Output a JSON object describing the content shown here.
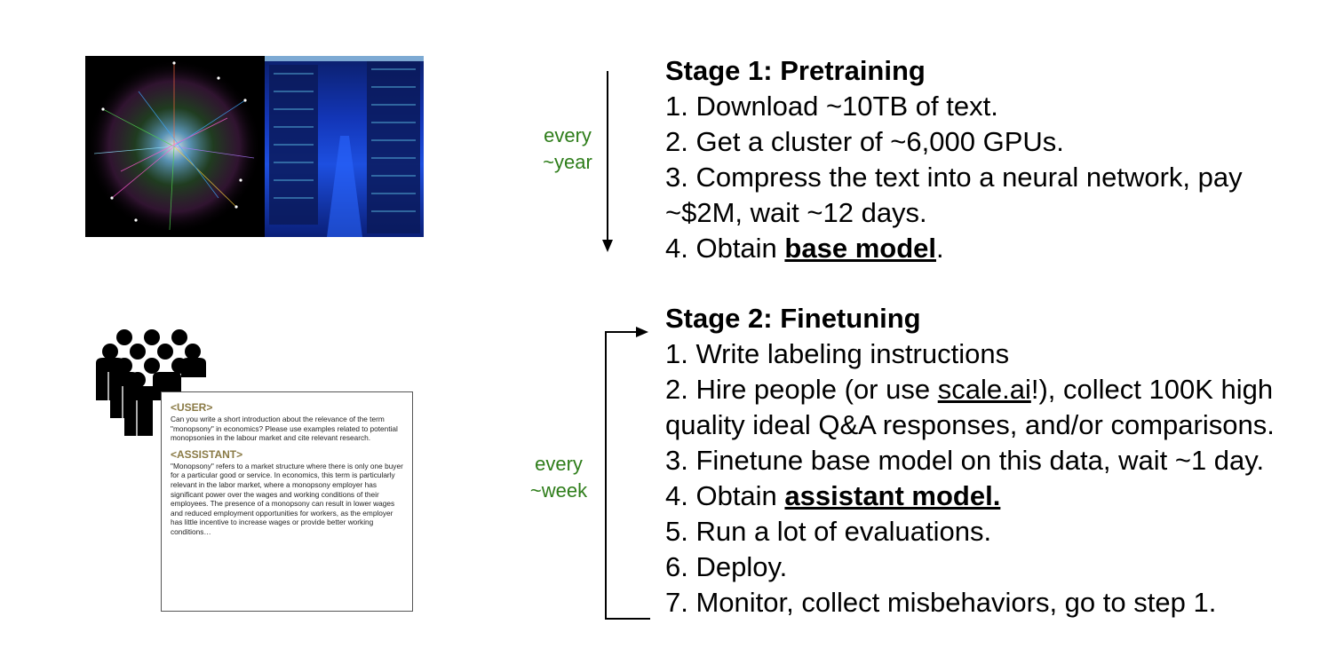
{
  "stage1": {
    "title": "Stage 1: Pretraining",
    "cadence_line1": "every",
    "cadence_line2": "~year",
    "steps": {
      "s1": "1. Download ~10TB of text.",
      "s2": "2. Get a cluster of ~6,000 GPUs.",
      "s3a": "3. Compress the text into a neural network, pay",
      "s3b": "~$2M, wait ~12 days.",
      "s4_prefix": "4. Obtain ",
      "s4_emph": "base model",
      "s4_suffix": "."
    }
  },
  "stage2": {
    "title": "Stage 2: Finetuning",
    "cadence_line1": "every",
    "cadence_line2": "~week",
    "steps": {
      "s1": "1. Write labeling instructions",
      "s2_prefix": "2. Hire people (or use ",
      "s2_link": "scale.ai",
      "s2_suffix": "!), collect 100K high",
      "s2b": "quality ideal Q&A responses, and/or comparisons.",
      "s3": "3. Finetune base model on this data, wait ~1 day.",
      "s4_prefix": "4. Obtain ",
      "s4_emph": "assistant model.",
      "s5": "5. Run a lot of evaluations.",
      "s6": "6. Deploy.",
      "s7": "7. Monitor, collect misbehaviors, go to step 1."
    }
  },
  "chat_card": {
    "user_label": "<USER>",
    "user_text": "Can you write a short introduction about the relevance of the term \"monopsony\" in economics? Please use examples related to potential monopsonies in the labour market and cite relevant research.",
    "assistant_label": "<ASSISTANT>",
    "assistant_text": "\"Monopsony\" refers to a market structure where there is only one buyer for a particular good or service. In economics, this term is particularly relevant in the labor market, where a monopsony employer has significant power over the wages and working conditions of their employees. The presence of a monopsony can result in lower wages and reduced employment opportunities for workers, as the employer has little incentive to increase wages or provide better working conditions…"
  },
  "icons": {
    "photo": "network-graph-and-datacenter-photo",
    "people": "people-crowd-icon"
  },
  "colors": {
    "cadence_text": "#2e7d1a",
    "role_label": "#8a7a45"
  }
}
